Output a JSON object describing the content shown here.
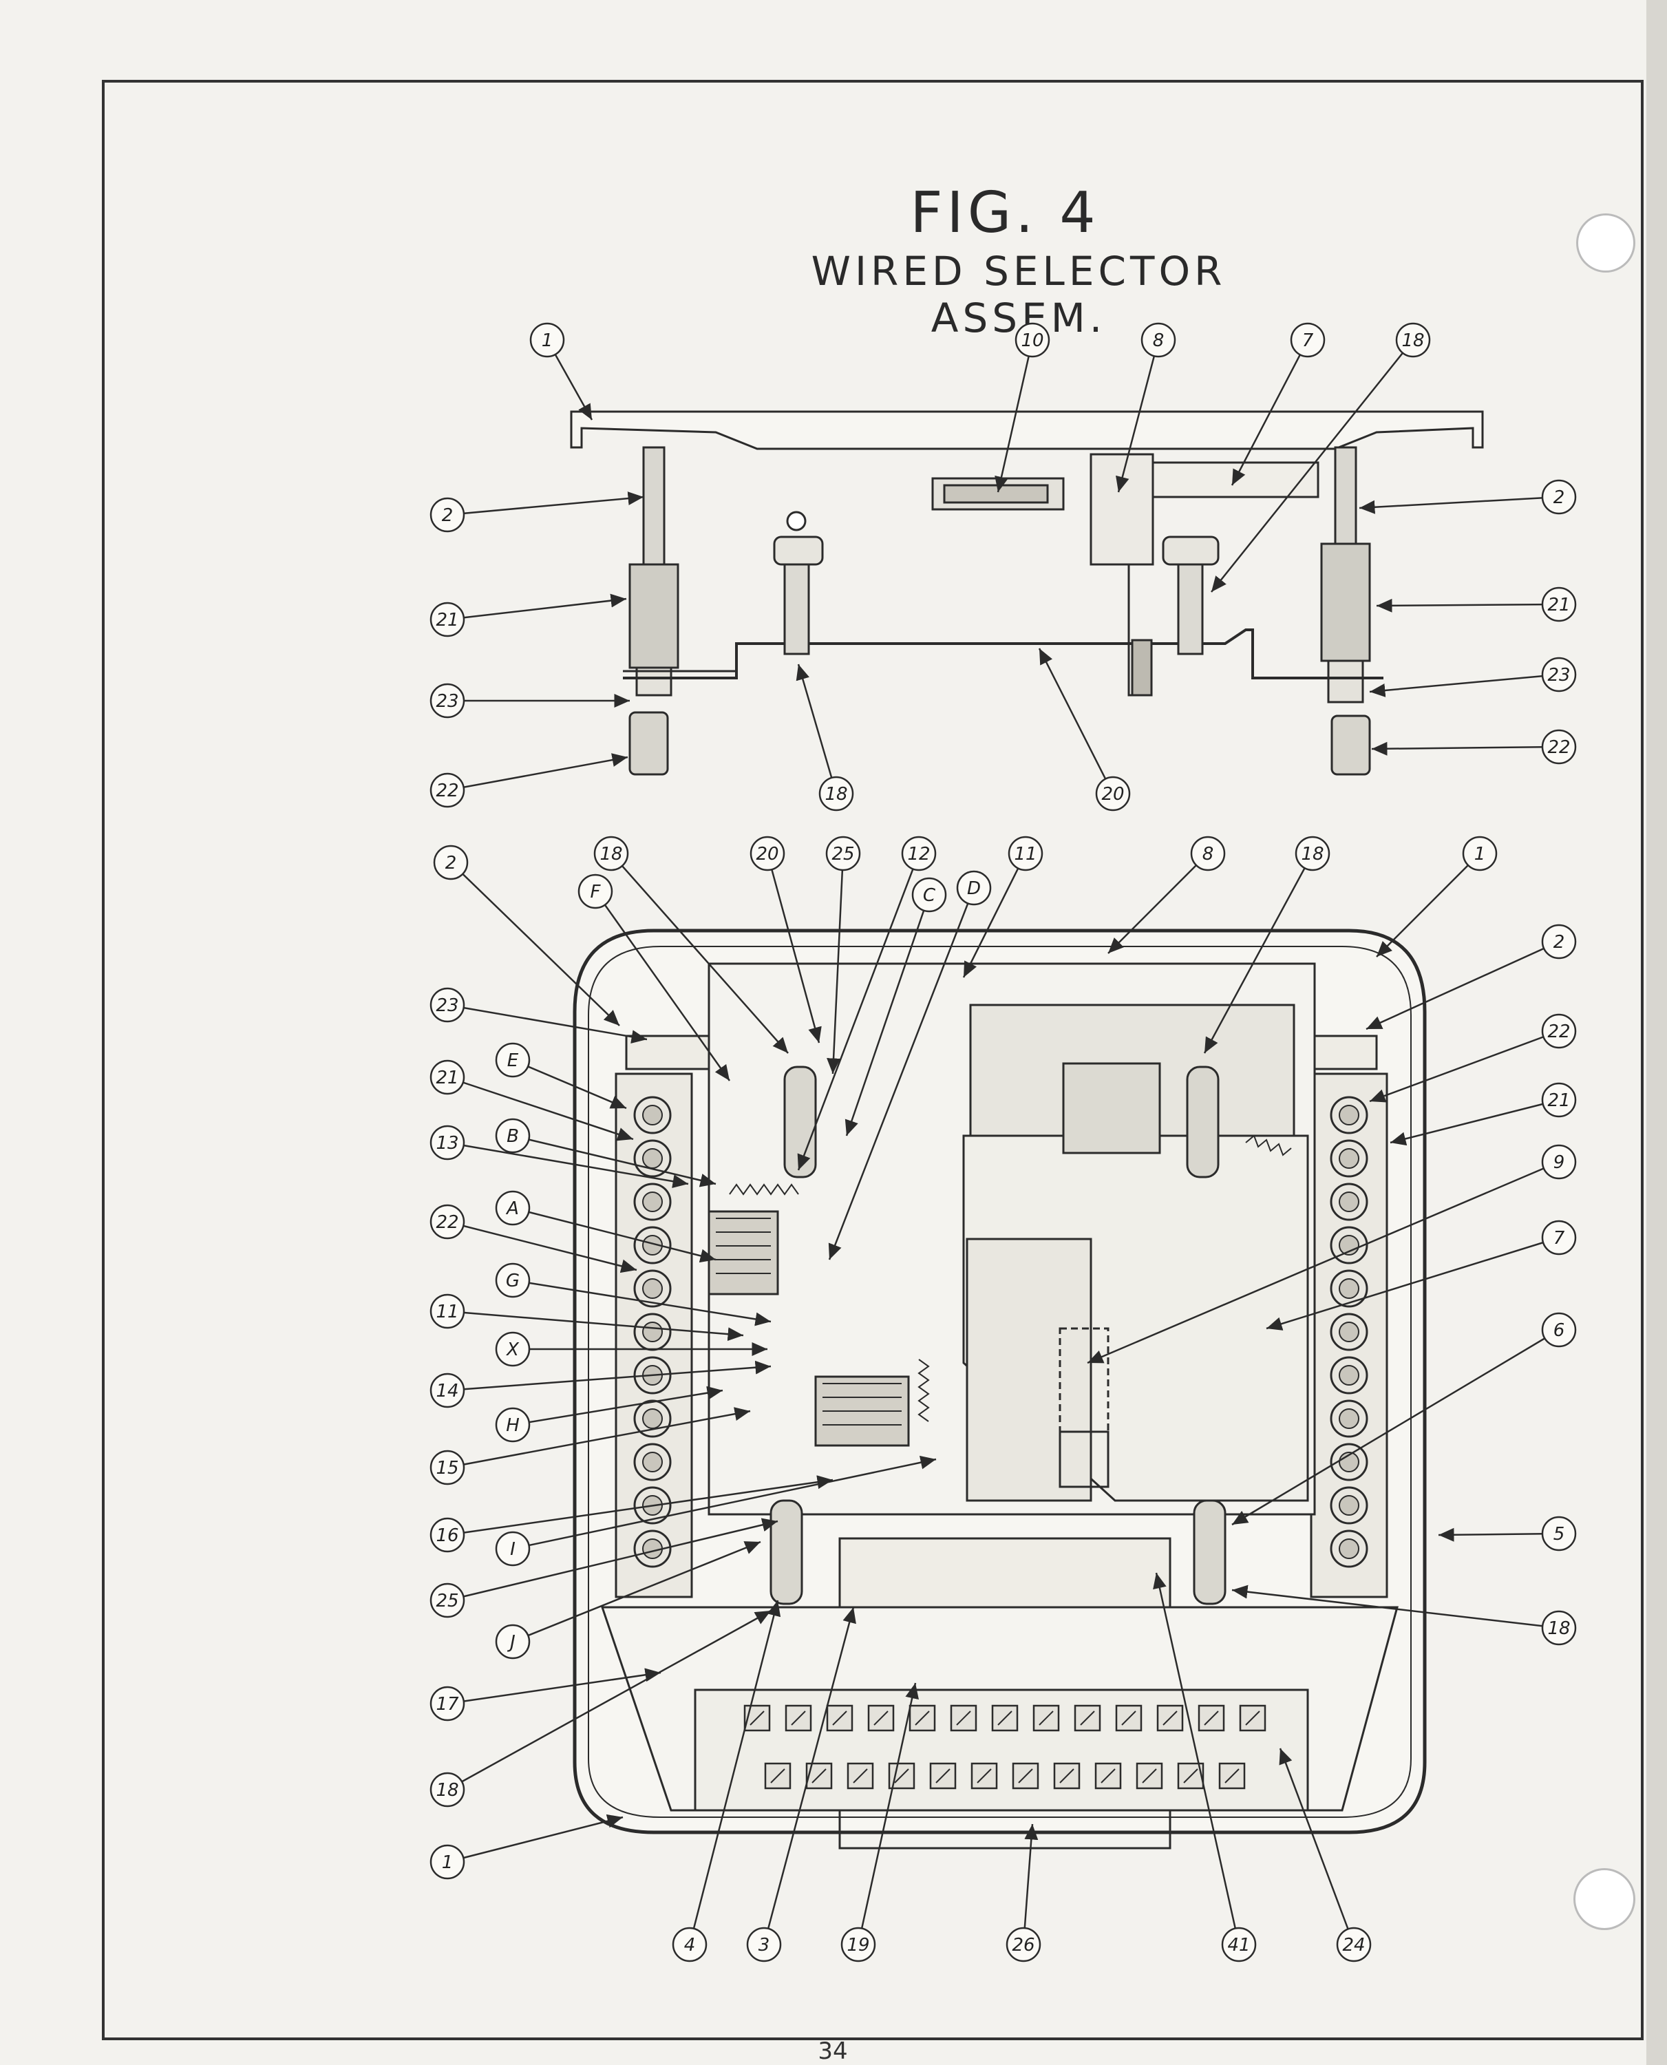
{
  "figure": {
    "title": "FIG. 4",
    "subtitle": "WIRED SELECTOR ASSEM.",
    "page_number": "34"
  },
  "callouts": {
    "top": {
      "t_1": "1",
      "t_10": "10",
      "t_8": "8",
      "t_7": "7",
      "t_18a": "18",
      "l_2": "2",
      "l_21": "21",
      "l_23": "23",
      "l_22": "22",
      "r_2": "2",
      "r_21": "21",
      "r_23": "23",
      "r_22": "22",
      "b_18": "18",
      "b_20": "20"
    },
    "main_top": [
      "2",
      "18",
      "20",
      "25",
      "12",
      "11",
      "8",
      "18",
      "1"
    ],
    "main_top_letters": [
      "F",
      "C",
      "D"
    ],
    "left": [
      "23",
      "21",
      "13",
      "22",
      "11",
      "14",
      "15",
      "16",
      "25",
      "17",
      "18",
      "1"
    ],
    "left_letters": [
      "E",
      "B",
      "A",
      "G",
      "X",
      "H",
      "I",
      "J"
    ],
    "right": [
      "2",
      "22",
      "21",
      "9",
      "7",
      "6",
      "5",
      "18"
    ],
    "bottom": [
      "4",
      "3",
      "19",
      "26",
      "41",
      "24"
    ]
  },
  "colors": {
    "ink": "#2b2b2b",
    "paper": "#f3f2ee"
  }
}
